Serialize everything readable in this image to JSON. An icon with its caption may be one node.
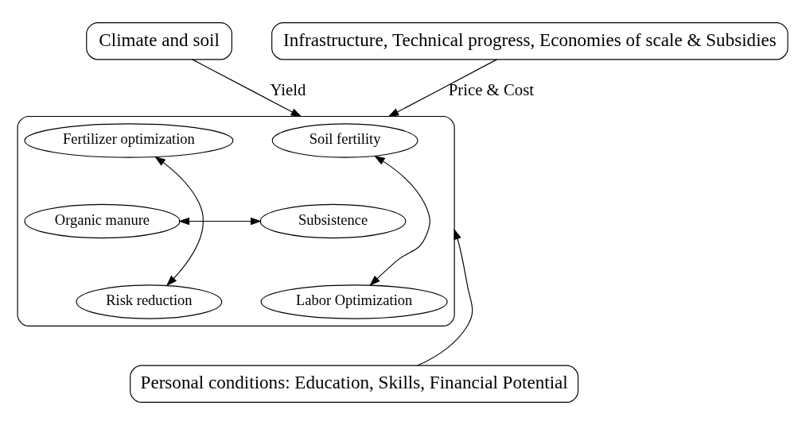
{
  "diagram": {
    "nodes": [
      {
        "text": [
          "Climate and soil"
        ]
      },
      {
        "text": [
          "Infrastructure, Technical progress, Economies of scale & Subsidies"
        ]
      },
      {
        "text": [],
        "shape": "ellipse"
      },
      {
        "text": [
          "Soil fertility"
        ],
        "in": 2
      },
      {
        "text": [
          "Fertilizer optimization"
        ],
        "in": 2
      },
      {
        "text": [
          "Subsistence"
        ],
        "in": 2
      },
      {
        "text": [
          "Organic manure"
        ],
        "in": 2
      },
      {
        "text": [
          "Risk reduction"
        ],
        "in": 2
      },
      {
        "text": [
          "Labor Optimization"
        ],
        "in": 2
      },
      {
        "text": [
          "Personal conditions: Education, Skills, Financial Potential"
        ]
      }
    ],
    "edges": [
      {
        "from": 0,
        "to": 2,
        "arrow": "to",
        "label": "Yield"
      },
      {
        "from": 1,
        "to": 2,
        "arrow": "to",
        "label": "Price & Cost"
      },
      {
        "from": 3,
        "to": 8,
        "arrow": "both"
      },
      {
        "from": 7,
        "to": 4,
        "arrow": "both"
      },
      {
        "from": 5,
        "to": 6,
        "arrow": "both"
      },
      {
        "from": 9,
        "to": 2,
        "arrow": "to"
      }
    ]
  }
}
